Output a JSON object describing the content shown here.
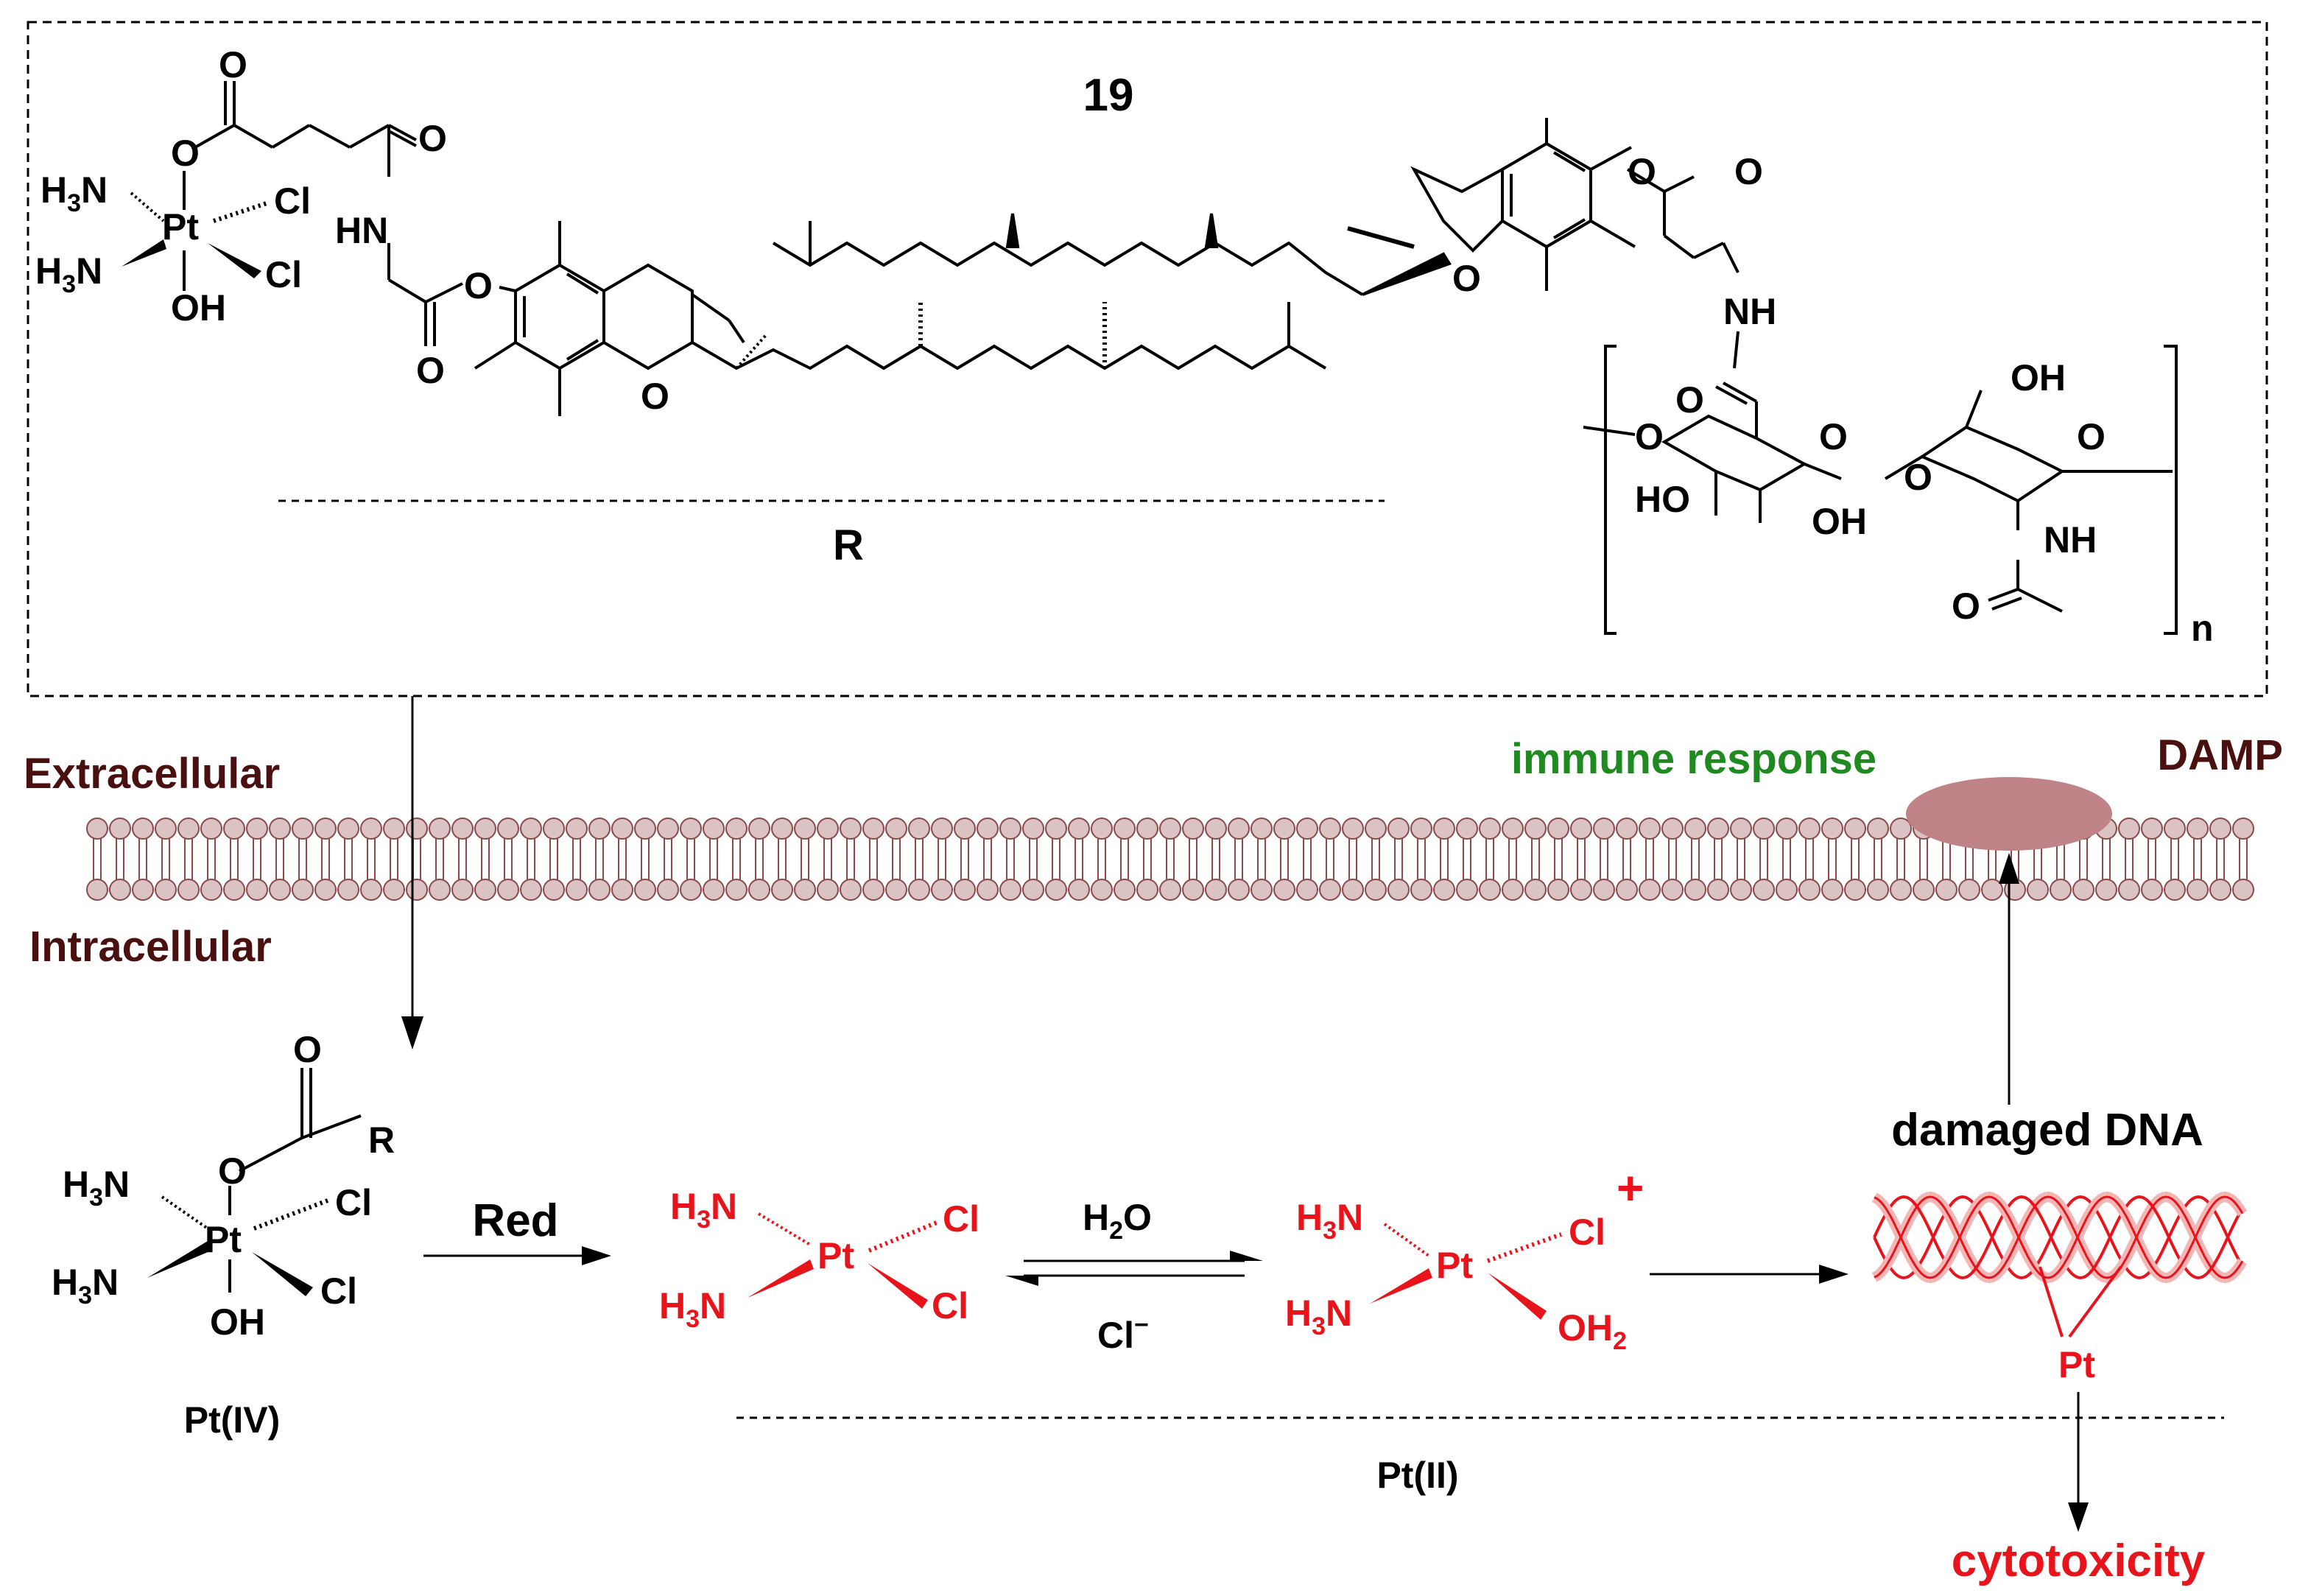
{
  "compound_label": "19",
  "r_label": "R",
  "repeat_label": "n",
  "atoms": {
    "pt": "Pt",
    "cl": "Cl",
    "oh": "OH",
    "o": "O",
    "hn": "HN",
    "nh": "NH",
    "ho": "HO",
    "r": "R",
    "h3n_main": "H",
    "h3n_sub": "3",
    "h3n_tail": "N",
    "oh2_main": "OH",
    "oh2_sub": "2",
    "h2o_main": "H",
    "h2o_sub": "2",
    "h2o_tail": "O",
    "cl_minus_main": "Cl",
    "cl_minus_sup": "−",
    "plus": "+"
  },
  "labels": {
    "extracellular": "Extracellular",
    "intracellular": "Intracellular",
    "immune_response": "immune response",
    "damp": "DAMP",
    "damaged_dna": "damaged DNA",
    "red": "Red",
    "pt_iv": "Pt(IV)",
    "pt_ii": "Pt(II)",
    "cytotoxicity": "cytotoxicity"
  },
  "colors": {
    "black": "#000000",
    "red": "#e8141c",
    "green": "#1f8a1f",
    "dark_label": "#4a1010",
    "lipid_fill": "#dcc3c3",
    "lipid_stroke": "#8a4a4a",
    "damp_fill": "#bf8286",
    "dna_fill": "#f3b6b6"
  }
}
